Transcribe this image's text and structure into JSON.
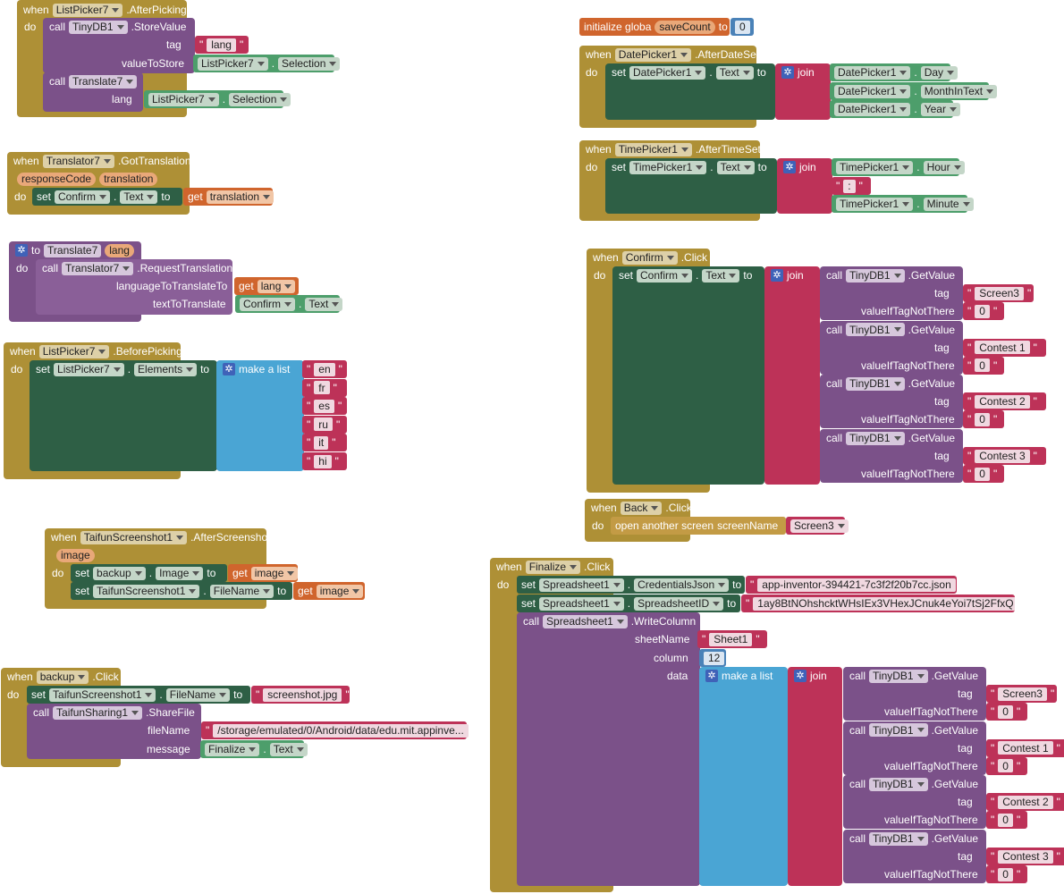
{
  "blocks": {
    "kw": {
      "when": "when",
      "do": "do",
      "call": "call",
      "set": "set",
      "to": "to",
      "get": "get",
      "join": "join",
      "make_list": "make a list",
      "tag": "tag",
      "value_to_store": "valueToStore",
      "lang": "lang",
      "value_if_tag_not_there": "valueIfTagNotThere",
      "open_another_screen": "open another screen",
      "screen_name": "screenName",
      "initialize_global": "initialize globa",
      "language_to_translate_to": "languageToTranslateTo",
      "text_to_translate": "textToTranslate",
      "file_name": "fileName",
      "message": "message",
      "sheet_name": "sheetName",
      "column": "column",
      "data": "data",
      "dot": "."
    },
    "b1": {
      "component": "ListPicker7",
      "event": ".AfterPicking",
      "db": "TinyDB1",
      "method": ".StoreValue",
      "tag_val": "lang",
      "vts_comp": "ListPicker7",
      "vts_prop": "Selection",
      "proc": "Translate7",
      "lang_comp": "ListPicker7",
      "lang_prop": "Selection"
    },
    "b2": {
      "component": "Translator7",
      "event": ".GotTranslation",
      "p1": "responseCode",
      "p2": "translation",
      "set_comp": "Confirm",
      "set_prop": "Text",
      "get_var": "translation"
    },
    "b3": {
      "proc": "Translate7",
      "param": "lang",
      "comp": "Translator7",
      "method": ".RequestTranslation",
      "get_var": "lang",
      "txt_comp": "Confirm",
      "txt_prop": "Text"
    },
    "b4": {
      "component": "ListPicker7",
      "event": ".BeforePicking",
      "set_comp": "ListPicker7",
      "set_prop": "Elements",
      "items": [
        "en",
        "fr",
        "es",
        "ru",
        "it",
        "hi"
      ]
    },
    "b5": {
      "component": "TaifunScreenshot1",
      "event": ".AfterScreenshot",
      "param": "image",
      "s1_comp": "backup",
      "s1_prop": "Image",
      "s1_get": "image",
      "s2_comp": "TaifunScreenshot1",
      "s2_prop": "FileName",
      "s2_get": "image"
    },
    "b6": {
      "component": "backup",
      "event": ".Click",
      "set_comp": "TaifunScreenshot1",
      "set_prop": "FileName",
      "set_val": "screenshot.jpg",
      "call_comp": "TaifunSharing1",
      "method": ".ShareFile",
      "file": "/storage/emulated/0/Android/data/edu.mit.appinve...",
      "msg_comp": "Finalize",
      "msg_prop": "Text"
    },
    "b7": {
      "name": "saveCount",
      "value": "0"
    },
    "b8": {
      "component": "DatePicker1",
      "event": ".AfterDateSet",
      "set_comp": "DatePicker1",
      "set_prop": "Text",
      "j1": [
        "DatePicker1",
        "Day"
      ],
      "j2": [
        "DatePicker1",
        "MonthInText"
      ],
      "j3": [
        "DatePicker1",
        "Year"
      ]
    },
    "b9": {
      "component": "TimePicker1",
      "event": ".AfterTimeSet",
      "set_comp": "TimePicker1",
      "set_prop": "Text",
      "j1": [
        "TimePicker1",
        "Hour"
      ],
      "sep": ":",
      "j3": [
        "TimePicker1",
        "Minute"
      ]
    },
    "b10": {
      "component": "Confirm",
      "event": ".Click",
      "set_comp": "Confirm",
      "set_prop": "Text",
      "db": "TinyDB1",
      "method": ".GetValue",
      "tags": [
        "Screen3",
        "Contest 1",
        "Contest 2",
        "Contest 3"
      ],
      "default": "0"
    },
    "b11": {
      "component": "Back",
      "event": ".Click",
      "screen": "Screen3"
    },
    "b12": {
      "component": "Finalize",
      "event": ".Click",
      "s1_comp": "Spreadsheet1",
      "s1_prop": "CredentialsJson",
      "s1_val": "app-inventor-394421-7c3f2f20b7cc.json",
      "s2_comp": "Spreadsheet1",
      "s2_prop": "SpreadsheetID",
      "s2_val": "1ay8BtNOhshcktWHsIEx3VHexJCnuk4eYoi7tSj2FfxQ",
      "call_comp": "Spreadsheet1",
      "method": ".WriteColumn",
      "sheet": "Sheet1",
      "column": "12",
      "db": "TinyDB1",
      "db_method": ".GetValue",
      "tags": [
        "Screen3",
        "Contest 1",
        "Contest 2",
        "Contest 3"
      ],
      "default": "0"
    }
  }
}
